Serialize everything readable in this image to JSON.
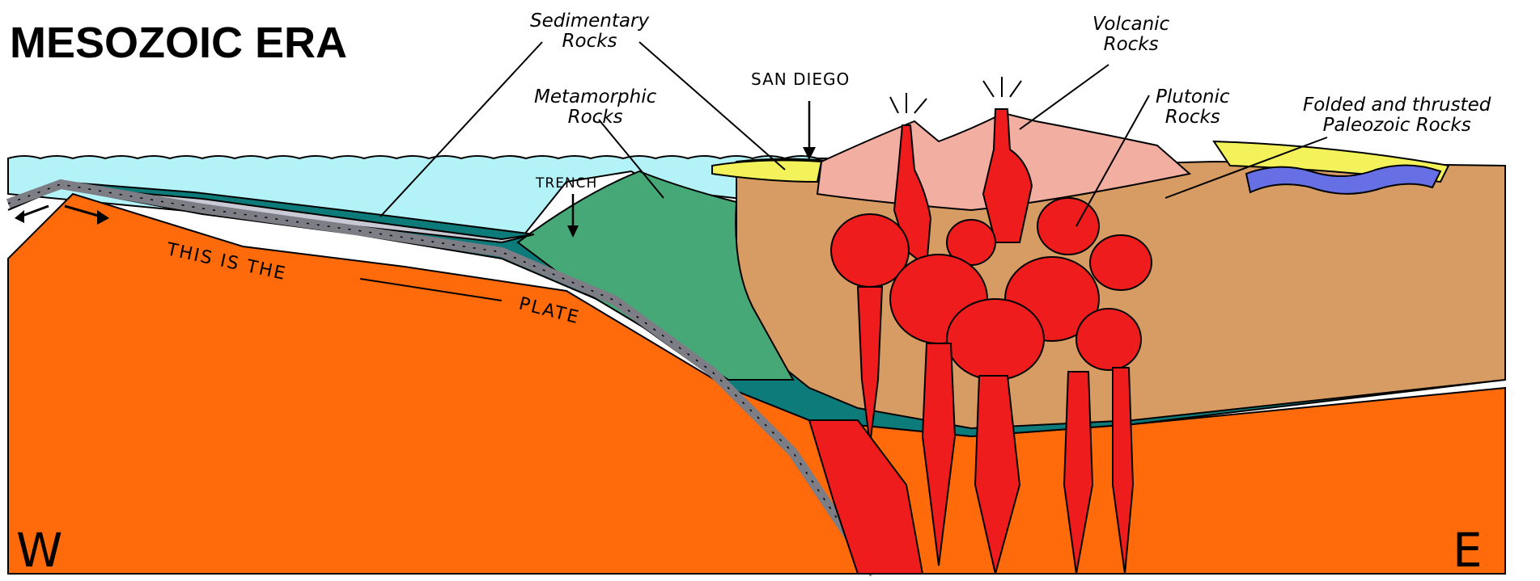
{
  "title": "MESOZOIC ERA",
  "labels": {
    "sedimentary": [
      "Sedimentary",
      "Rocks"
    ],
    "volcanic": [
      "Volcanic",
      "Rocks"
    ],
    "san_diego": "SAN DIEGO",
    "metamorphic": [
      "Metamorphic",
      "Rocks"
    ],
    "plutonic": [
      "Plutonic",
      "Rocks"
    ],
    "folded": [
      "Folded and thrusted",
      "Paleozoic Rocks"
    ],
    "trench": "TRENCH",
    "plate_a": "THIS IS THE",
    "plate_b": "PLATE"
  },
  "directions": {
    "west": "W",
    "east": "E"
  },
  "colors": {
    "ocean": "#b3f3f8",
    "mantle": "#ff6a0a",
    "plate": "#0c7b7a",
    "crust_edge": "#7d7d85",
    "accretion": "#46a877",
    "continent": "#d79c63",
    "volcanic": "#f3aea2",
    "sediment": "#f4f25a",
    "paleozoic": "#6670e4",
    "magma": "#ee1c1c"
  }
}
